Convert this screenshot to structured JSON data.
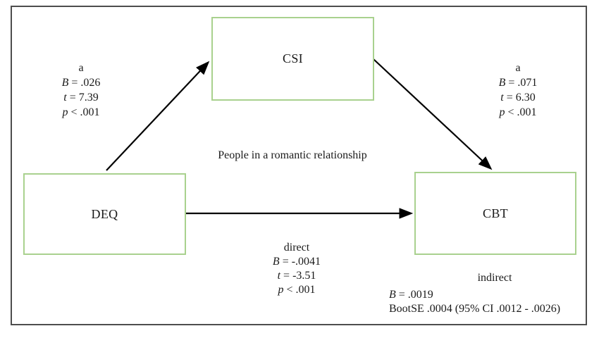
{
  "diagram": {
    "boxes": {
      "mediator": "CSI",
      "predictor": "DEQ",
      "outcome": "CBT"
    },
    "center_note": "People in a romantic relationship",
    "colors": {
      "box_border": "#a9d18e",
      "arrow": "#000000",
      "frame_border": "#4d4d4d"
    },
    "paths": {
      "a_left": {
        "title": "a",
        "lines": [
          {
            "sym": "B",
            "rest": " = .026"
          },
          {
            "sym": "t",
            "rest": " = 7.39"
          },
          {
            "sym": "p",
            "rest": " < .001"
          }
        ]
      },
      "a_right": {
        "title": "a",
        "lines": [
          {
            "sym": "B",
            "rest": " = .071"
          },
          {
            "sym": "t",
            "rest": " = 6.30"
          },
          {
            "sym": "p",
            "rest": " < .001"
          }
        ]
      },
      "direct": {
        "title": "direct",
        "lines": [
          {
            "sym": "B",
            "rest": " = -.0041"
          },
          {
            "sym": "t",
            "rest": " = -3.51"
          },
          {
            "sym": "p",
            "rest": " < .001"
          }
        ]
      },
      "indirect": {
        "title": "indirect",
        "b_line": {
          "sym": "B",
          "rest": " = .0019"
        },
        "bootse_line": "BootSE .0004 (95% CI .0012 - .0026)"
      }
    }
  }
}
